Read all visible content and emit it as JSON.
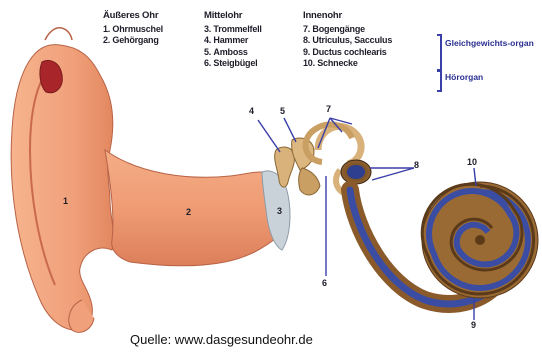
{
  "legend": {
    "outer": {
      "heading": "Äußeres Ohr",
      "items": [
        {
          "num": "1.",
          "label": "Ohrmuschel"
        },
        {
          "num": "2.",
          "label": "Gehörgang"
        }
      ]
    },
    "middle": {
      "heading": "Mittelohr",
      "items": [
        {
          "num": "3.",
          "label": "Trommelfell"
        },
        {
          "num": "4.",
          "label": "Hammer"
        },
        {
          "num": "5.",
          "label": "Amboss"
        },
        {
          "num": "6.",
          "label": "Steigbügel"
        }
      ]
    },
    "inner": {
      "heading": "Innenohr",
      "items": [
        {
          "num": "7.",
          "label": "Bogengänge"
        },
        {
          "num": "8.",
          "label": "Utriculus, Sacculus"
        },
        {
          "num": "9.",
          "label": "Ductus cochlearis"
        },
        {
          "num": "10.",
          "label": "Schnecke"
        }
      ]
    }
  },
  "function_labels": {
    "balance": "Gleichgewichts-organ",
    "hearing": "Hörorgan"
  },
  "callouts": {
    "n1": "1",
    "n2": "2",
    "n3": "3",
    "n4": "4",
    "n5": "5",
    "n6": "6",
    "n7": "7",
    "n8": "8",
    "n9": "9",
    "n10": "10"
  },
  "source": "Quelle: www.dasgesundeohr.de",
  "colors": {
    "skin": "#f0a27c",
    "skin_shadow": "#d9725a",
    "bone": "#d8b27a",
    "cochlea_blue": "#3b4da3",
    "cochlea_brown": "#8a5a2a",
    "legend_accent": "#3a3fa8"
  }
}
